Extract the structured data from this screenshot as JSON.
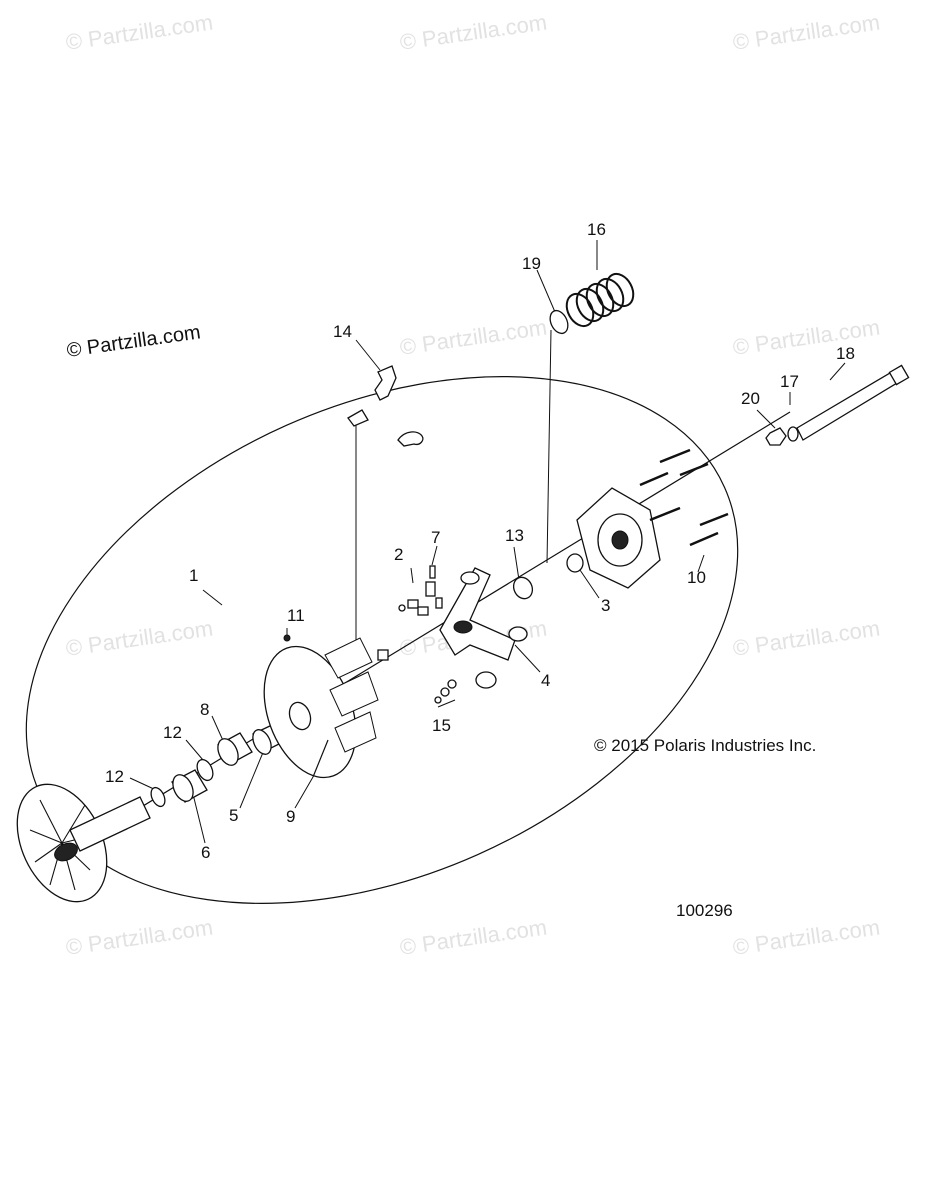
{
  "watermark_text": "© Partzilla.com",
  "main_copyright": "© Partzilla.com",
  "polaris_copyright": "© 2015 Polaris Industries Inc.",
  "figure_number": "100296",
  "callouts": [
    {
      "id": "c1",
      "label": "1"
    },
    {
      "id": "c2",
      "label": "2"
    },
    {
      "id": "c3",
      "label": "3"
    },
    {
      "id": "c4",
      "label": "4"
    },
    {
      "id": "c5",
      "label": "5"
    },
    {
      "id": "c6",
      "label": "6"
    },
    {
      "id": "c7",
      "label": "7"
    },
    {
      "id": "c8",
      "label": "8"
    },
    {
      "id": "c9",
      "label": "9"
    },
    {
      "id": "c10",
      "label": "10"
    },
    {
      "id": "c11",
      "label": "11"
    },
    {
      "id": "c12a",
      "label": "12"
    },
    {
      "id": "c12b",
      "label": "12"
    },
    {
      "id": "c13",
      "label": "13"
    },
    {
      "id": "c14",
      "label": "14"
    },
    {
      "id": "c15",
      "label": "15"
    },
    {
      "id": "c16",
      "label": "16"
    },
    {
      "id": "c17",
      "label": "17"
    },
    {
      "id": "c18",
      "label": "18"
    },
    {
      "id": "c19",
      "label": "19"
    },
    {
      "id": "c20",
      "label": "20"
    }
  ]
}
